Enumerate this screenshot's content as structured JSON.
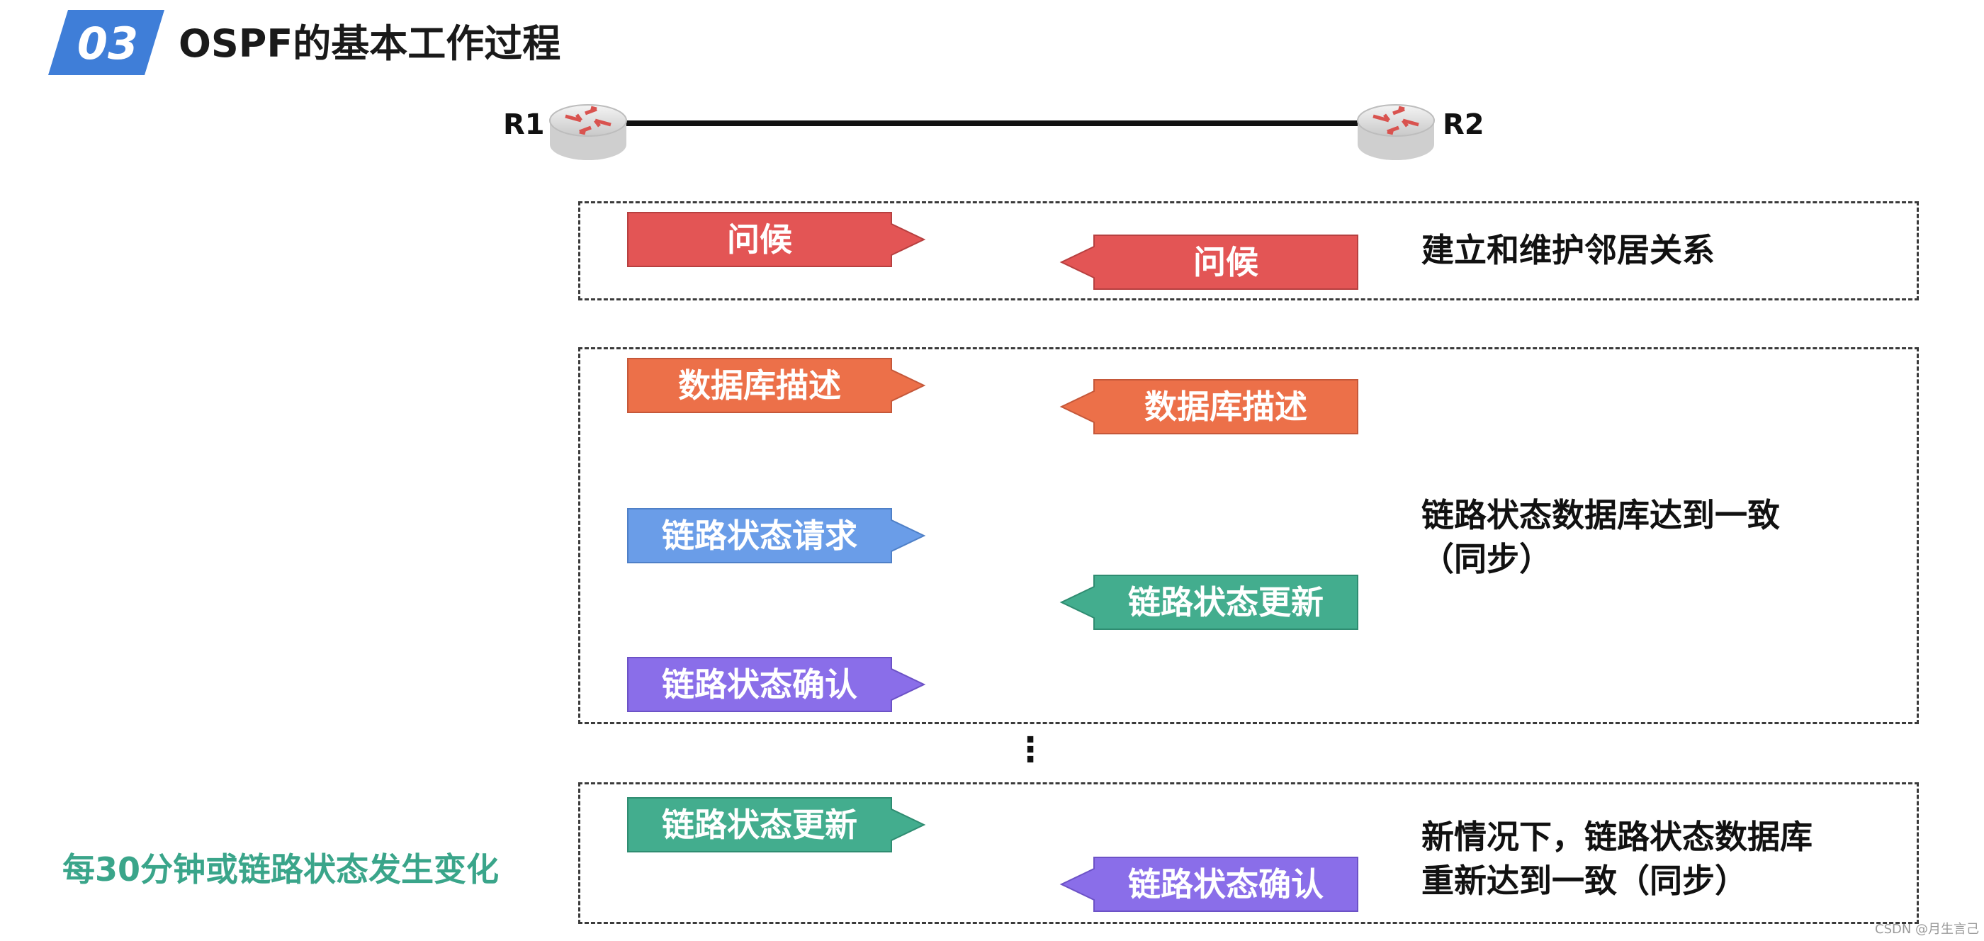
{
  "header": {
    "badge": "03",
    "title": "OSPF的基本工作过程",
    "badge_color": "#3f7ed8"
  },
  "routers": {
    "left": {
      "label": "R1",
      "icon": "router-icon"
    },
    "right": {
      "label": "R2",
      "icon": "router-icon"
    }
  },
  "colors": {
    "hello": "#e35555",
    "dbd": "#ec7049",
    "lsr": "#6a9de8",
    "lsu": "#43ad8e",
    "lsack": "#8a6ee9",
    "side_note": "#3aa58a"
  },
  "phases": {
    "neighbor": {
      "r1_msg": "问候",
      "r2_msg": "问候",
      "note": "建立和维护邻居关系"
    },
    "sync": {
      "r1_dbd": "数据库描述",
      "r2_dbd": "数据库描述",
      "r1_lsr": "链路状态请求",
      "r2_lsu": "链路状态更新",
      "r1_lsack": "链路状态确认",
      "note_line1": "链路状态数据库达到一致",
      "note_line2": "（同步）"
    },
    "ellipsis": "⋮",
    "update": {
      "r1_lsu": "链路状态更新",
      "r2_lsack": "链路状态确认",
      "note_line1": "新情况下，链路状态数据库",
      "note_line2": "重新达到一致（同步）"
    }
  },
  "side_note": "每30分钟或链路状态发生变化",
  "watermark": "CSDN @月生言己"
}
